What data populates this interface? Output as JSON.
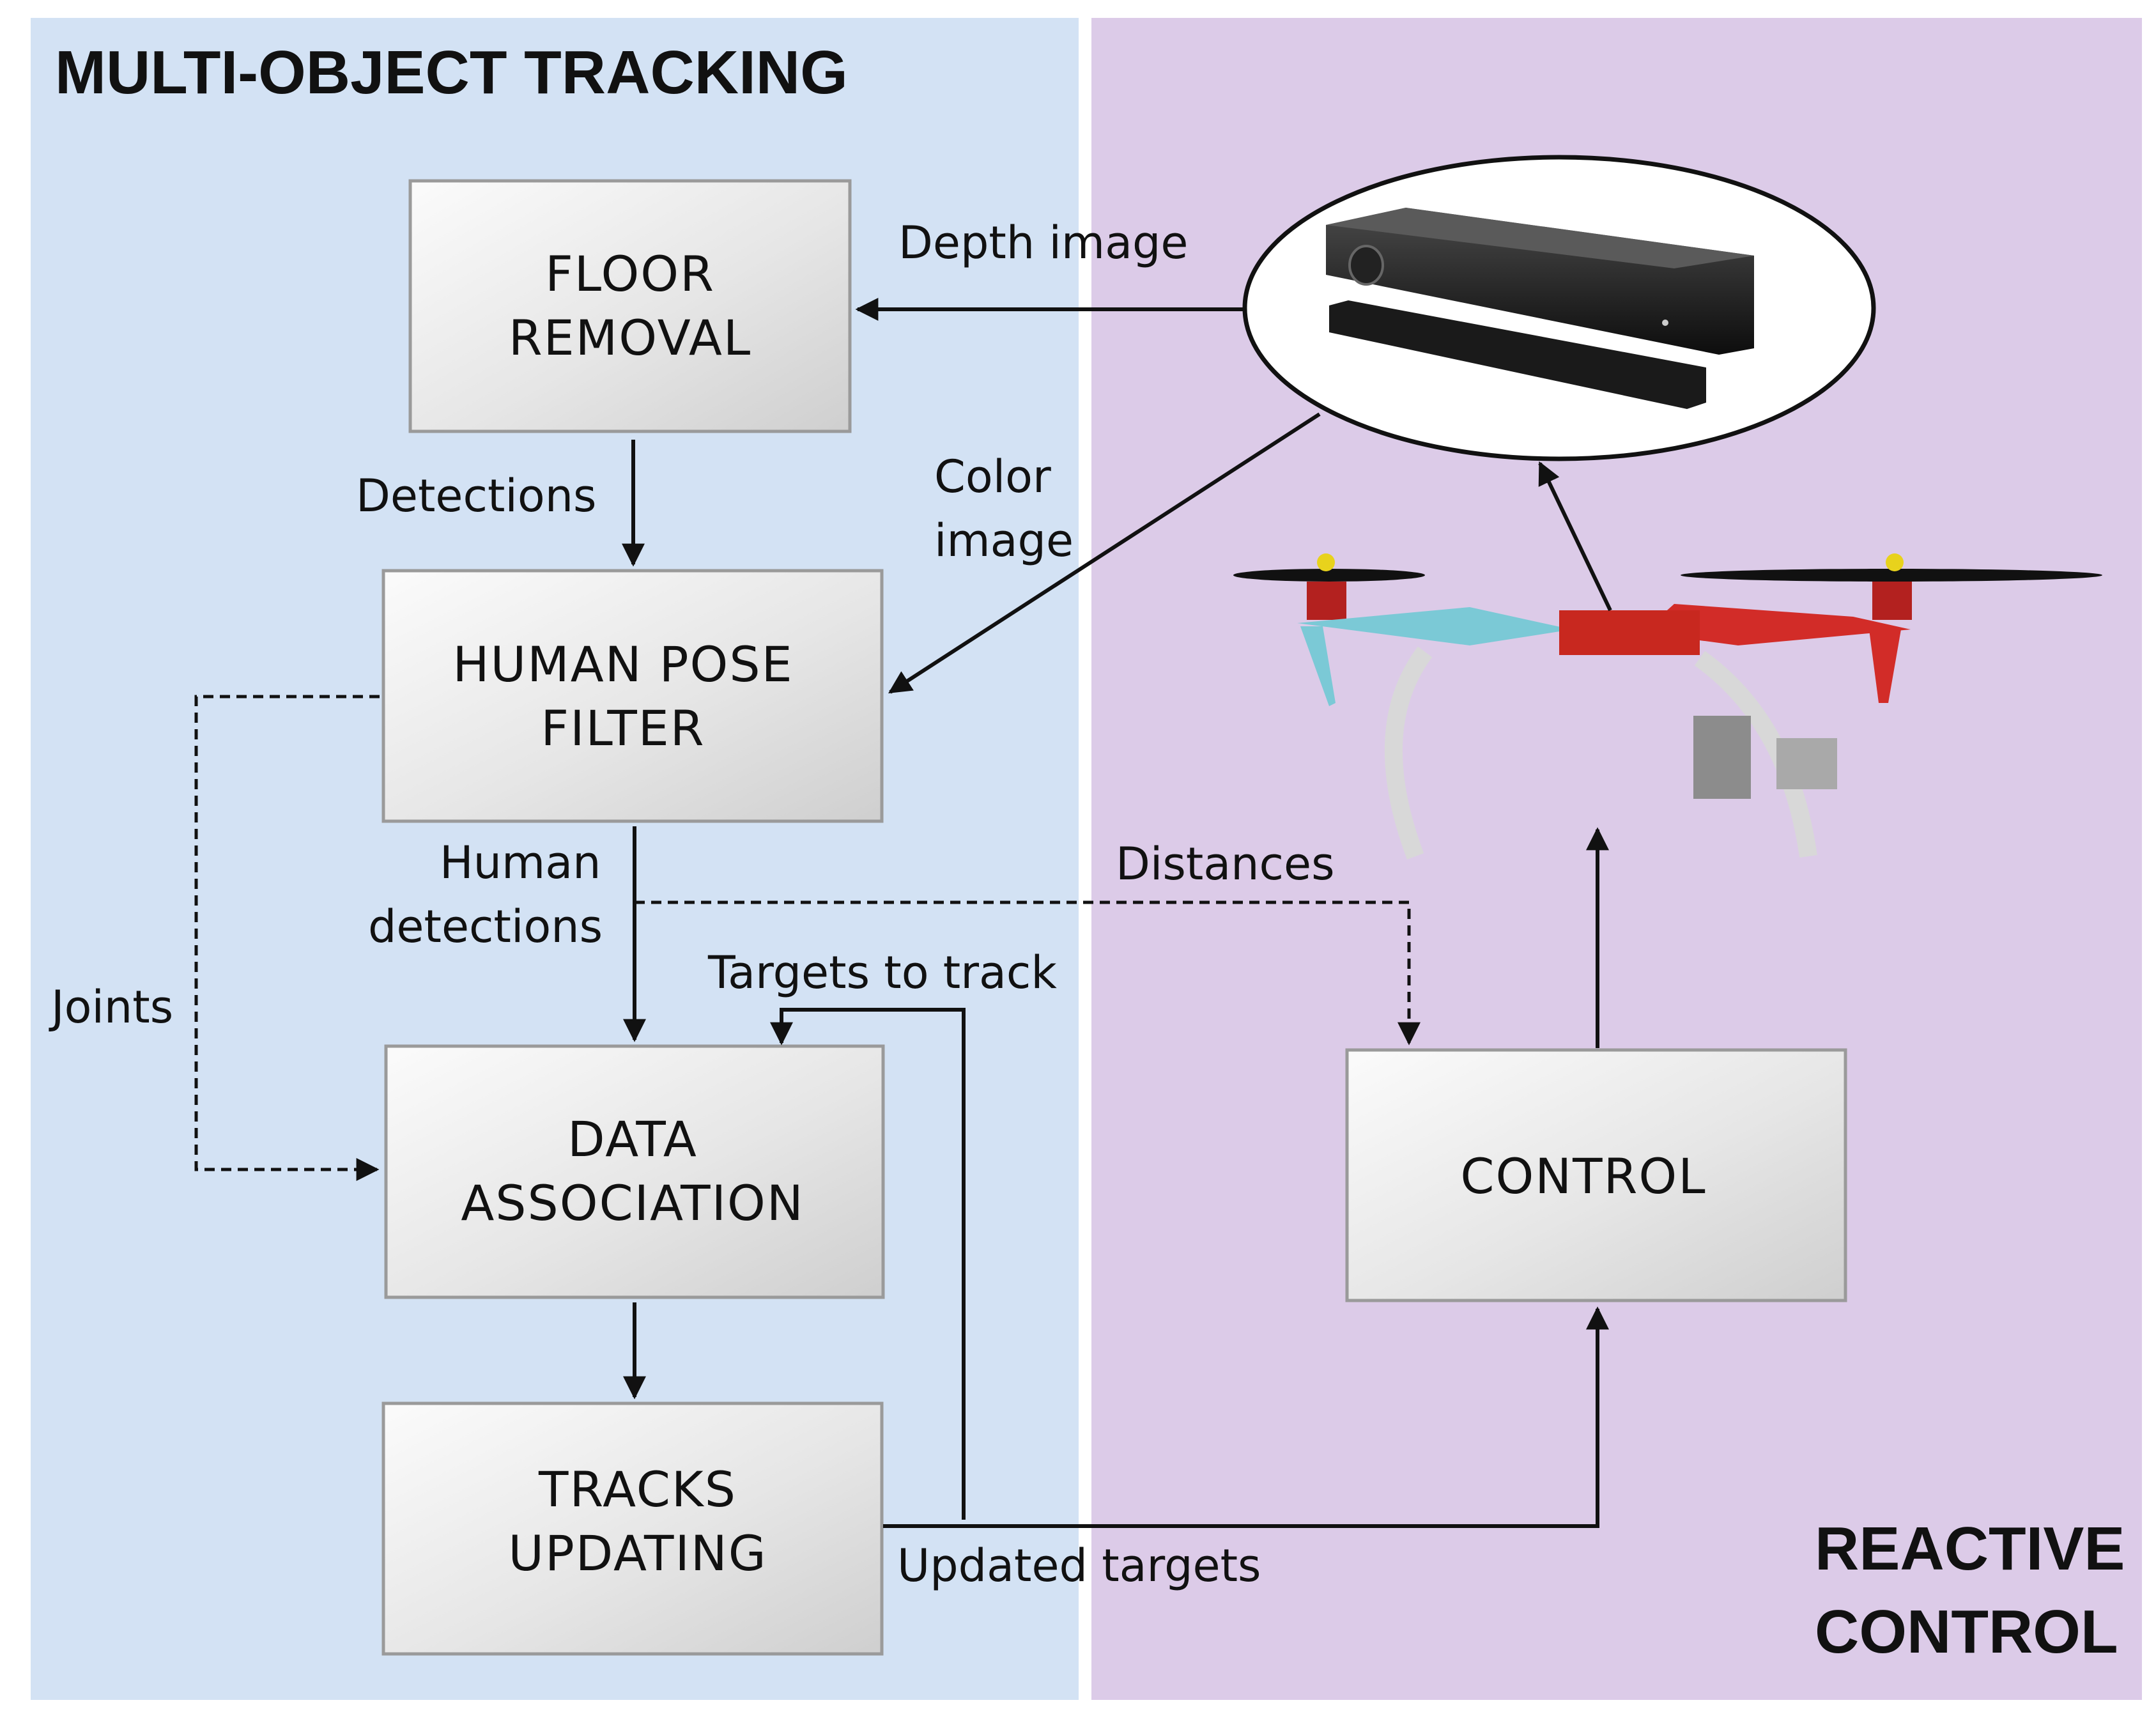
{
  "sections": {
    "left_title": "MULTI-OBJECT TRACKING",
    "right_title_line1": "REACTIVE",
    "right_title_line2": "CONTROL",
    "left_color": "#d3e2f4",
    "right_color": "#dccbe8"
  },
  "boxes": {
    "floor_removal": [
      "FLOOR",
      "REMOVAL"
    ],
    "human_pose_filter": [
      "HUMAN POSE",
      "FILTER"
    ],
    "data_association": [
      "DATA",
      "ASSOCIATION"
    ],
    "tracks_updating": [
      "TRACKS",
      "UPDATING"
    ],
    "control": "CONTROL"
  },
  "labels": {
    "depth_image": "Depth image",
    "color_image_1": "Color",
    "color_image_2": "image",
    "detections": "Detections",
    "human_detections_1": "Human",
    "human_detections_2": "detections",
    "joints": "Joints",
    "targets_to_track": "Targets to track",
    "distances": "Distances",
    "updated_targets": "Updated targets"
  },
  "icons": {
    "sensor": "depth-camera-icon",
    "drone": "quadcopter-drone-icon"
  }
}
